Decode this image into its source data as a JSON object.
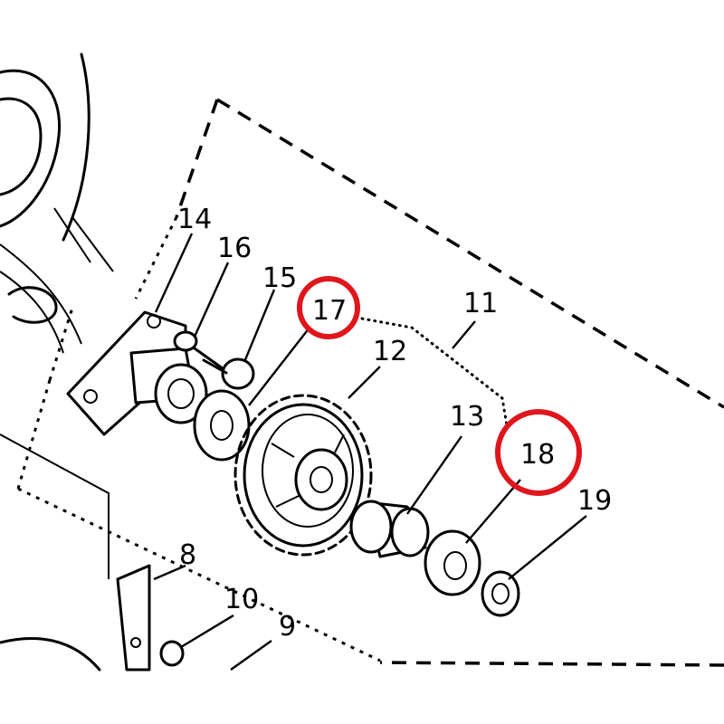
{
  "callouts": [
    {
      "id": "8",
      "label": "8"
    },
    {
      "id": "9",
      "label": "9"
    },
    {
      "id": "10",
      "label": "10"
    },
    {
      "id": "11",
      "label": "11"
    },
    {
      "id": "12",
      "label": "12"
    },
    {
      "id": "13",
      "label": "13"
    },
    {
      "id": "14",
      "label": "14"
    },
    {
      "id": "15",
      "label": "15"
    },
    {
      "id": "16",
      "label": "16"
    },
    {
      "id": "17",
      "label": "17",
      "highlighted": true
    },
    {
      "id": "18",
      "label": "18",
      "highlighted": true
    },
    {
      "id": "19",
      "label": "19"
    }
  ],
  "colors": {
    "ink": "#000000",
    "highlight": "#e0161d",
    "paper": "#ffffff"
  }
}
